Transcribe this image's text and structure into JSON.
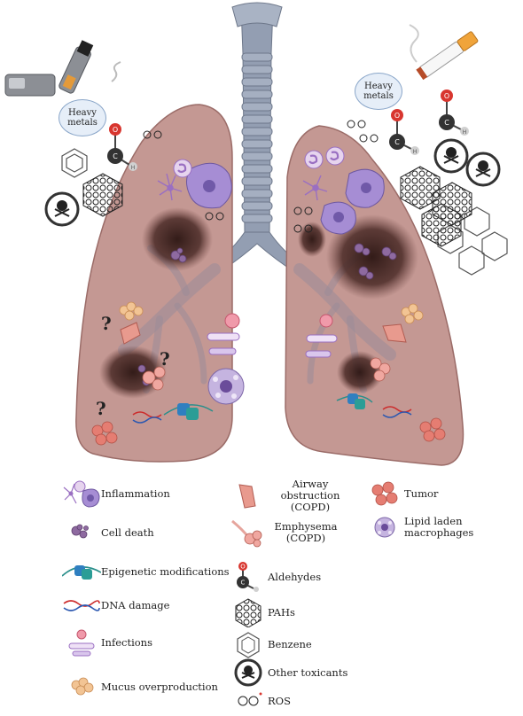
{
  "callouts": {
    "heavy_metals_left": "Heavy metals",
    "heavy_metals_right": "Heavy metals",
    "unknown_mark": "?"
  },
  "legend": {
    "inflammation": "Inflammation",
    "cell_death": "Cell death",
    "epigenetic": "Epigenetic modifications",
    "dna_damage": "DNA damage",
    "infections": "Infections",
    "mucus": "Mucus overproduction",
    "airway_obstruction": "Airway obstruction (COPD)",
    "emphysema": "Emphysema (COPD)",
    "aldehydes": "Aldehydes",
    "pahs": "PAHs",
    "benzene": "Benzene",
    "other_toxicants": "Other toxicants",
    "ros": "ROS",
    "tumor": "Tumor",
    "lipid_macrophages": "Lipid laden macrophages"
  },
  "atom_labels": {
    "oxygen": "O",
    "carbon": "C",
    "hydrogen": "H"
  },
  "colors": {
    "lung_fill": "#c49893",
    "lung_stroke": "#9b6c68",
    "trachea": "#8f9bb0",
    "lesion": "#3a2420",
    "inflammation": "#9a6fc2",
    "macrophage": "#a68dd4",
    "tumor": "#e57d72",
    "mucus": "#f2c494",
    "callout_fill": "#e6eef8"
  }
}
